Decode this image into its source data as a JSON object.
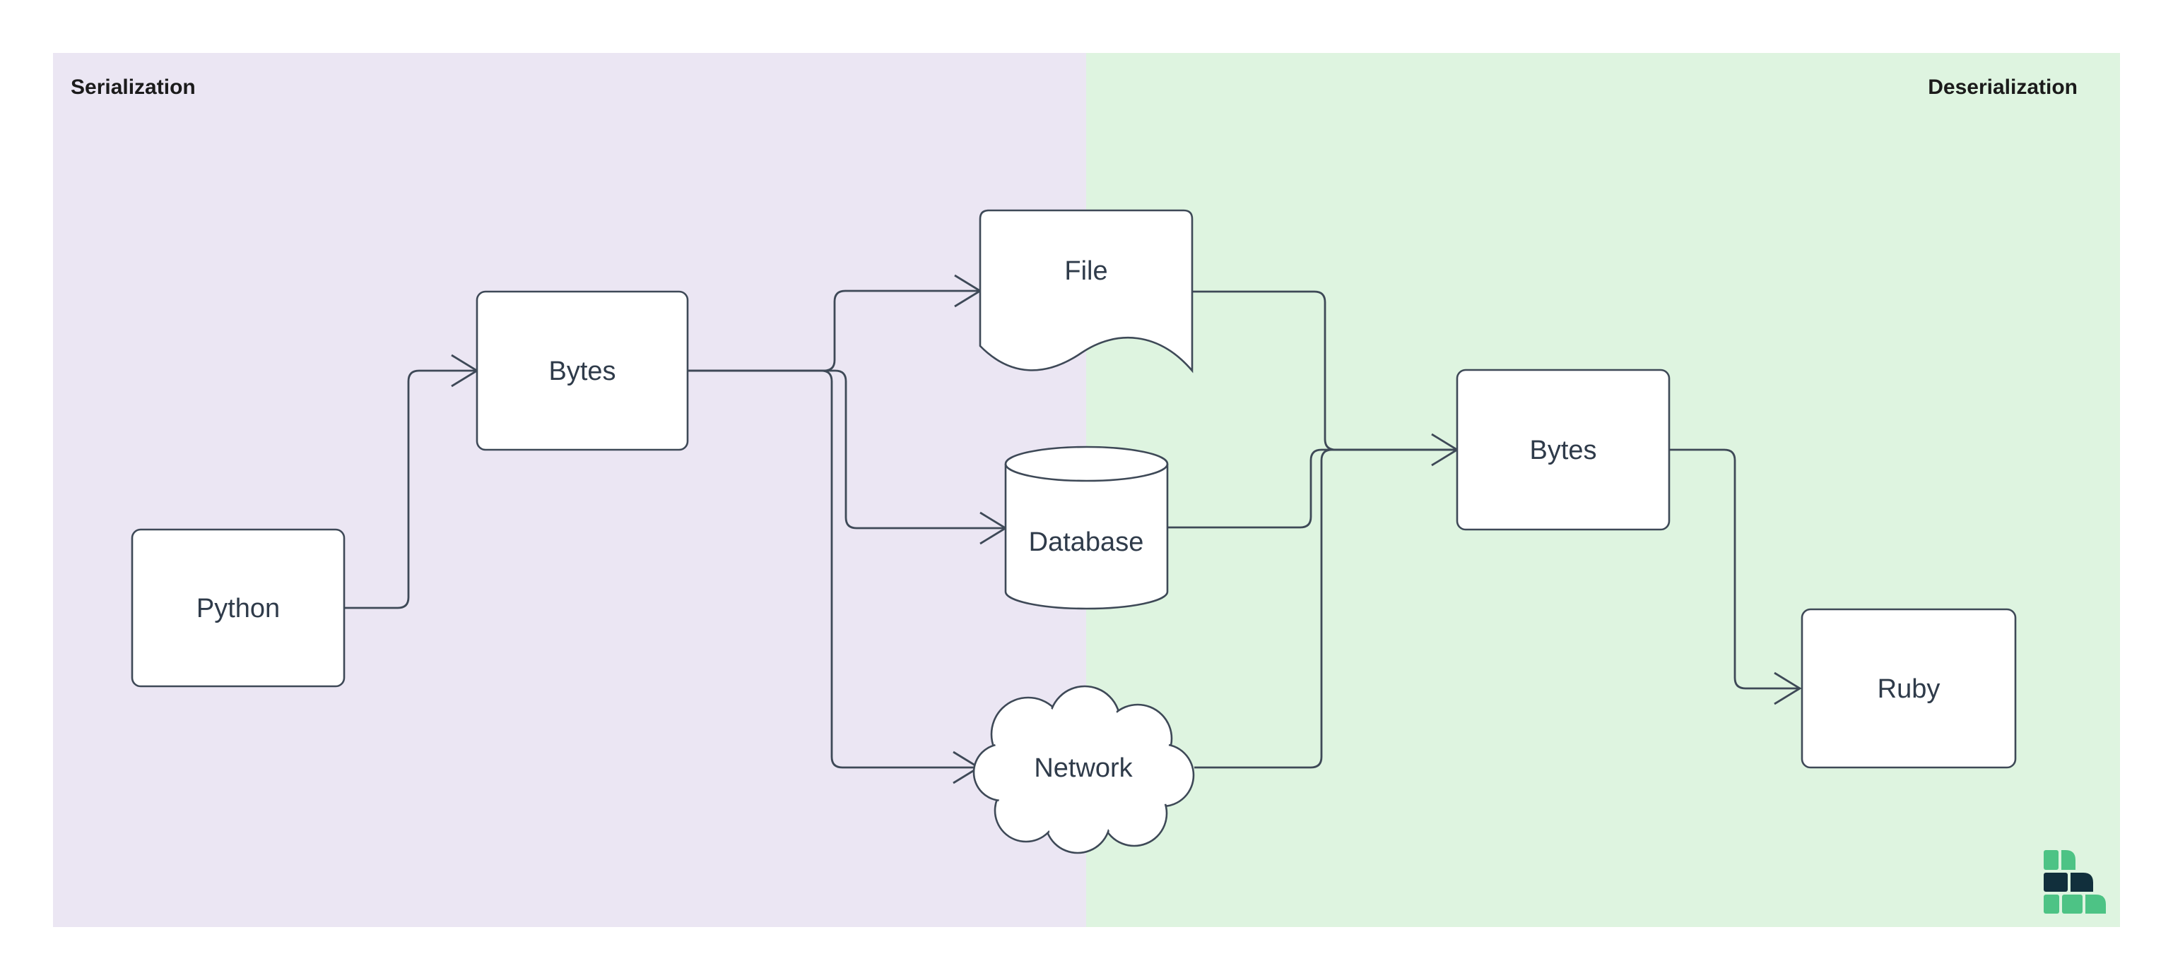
{
  "title": "Serialization / Deserialization flow diagram",
  "regions": {
    "serialization": {
      "label": "Serialization",
      "background": "#ebe6f3"
    },
    "deserialization": {
      "label": "Deserialization",
      "background": "#def4e0"
    }
  },
  "nodes": {
    "python": {
      "label": "Python",
      "shape": "rounded-rectangle"
    },
    "bytes_serialize": {
      "label": "Bytes",
      "shape": "rounded-rectangle"
    },
    "file": {
      "label": "File",
      "shape": "document"
    },
    "database": {
      "label": "Database",
      "shape": "cylinder"
    },
    "network": {
      "label": "Network",
      "shape": "cloud"
    },
    "bytes_deserialize": {
      "label": "Bytes",
      "shape": "rounded-rectangle"
    },
    "ruby": {
      "label": "Ruby",
      "shape": "rounded-rectangle"
    }
  },
  "edges": [
    {
      "from": "Python",
      "to": "Bytes (serialization)"
    },
    {
      "from": "Bytes (serialization)",
      "to": "File"
    },
    {
      "from": "Bytes (serialization)",
      "to": "Database"
    },
    {
      "from": "Bytes (serialization)",
      "to": "Network"
    },
    {
      "from": "File",
      "to": "Bytes (deserialization)"
    },
    {
      "from": "Database",
      "to": "Bytes (deserialization)"
    },
    {
      "from": "Network",
      "to": "Bytes (deserialization)"
    },
    {
      "from": "Bytes (deserialization)",
      "to": "Ruby"
    }
  ],
  "colors": {
    "canvas_background": "#ffffff",
    "serialization_background": "#ebe6f3",
    "deserialization_background": "#def4e0",
    "node_fill": "#ffffff",
    "node_border": "#3e4957",
    "edge_line": "#3e4957",
    "node_text": "#2f3b4a",
    "region_label_text": "#1b1b1b",
    "logo_green": "#4dc385",
    "logo_dark": "#112f3c"
  },
  "branding": {
    "logo": "mermaid-chart-blocks-logo"
  }
}
